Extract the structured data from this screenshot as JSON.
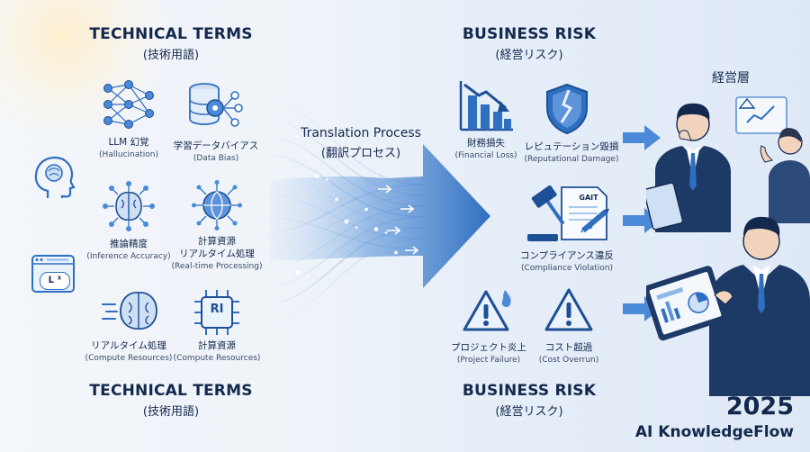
{
  "left": {
    "title": "TECHNICAL TERMS",
    "subtitle": "(技術用語)",
    "bottom_title": "TECHNICAL TERMS",
    "bottom_subtitle": "(技術用語)",
    "items": [
      {
        "label": "LLM 幻覚",
        "sub": "(Hallucination)",
        "icon": "neural-network-icon"
      },
      {
        "label": "学習データバイアス",
        "sub": "(Data Bias)",
        "icon": "database-node-icon"
      },
      {
        "label": "推論精度",
        "sub": "(Inference Accuracy)",
        "icon": "brain-circuit-icon"
      },
      {
        "label": "計算資源",
        "label2": "リアルタイム処理",
        "sub": "(Real-time Processing)",
        "icon": "globe-network-icon"
      },
      {
        "label": "リアルタイム処理",
        "sub": "(Compute Resources)",
        "icon": "brain-speed-icon"
      },
      {
        "label": "計算資源",
        "sub": "(Compute Resources)",
        "icon": "chip-icon",
        "chip_text": "RI"
      }
    ],
    "side_icons": {
      "head": "head-brain-icon",
      "window": "code-window-icon",
      "window_text": "ᒪ ᕽ"
    }
  },
  "center": {
    "title": "Translation Process",
    "subtitle": "(翻訳プロセス)",
    "arrow": "flow-arrow"
  },
  "right": {
    "title": "BUSINESS RISK",
    "subtitle": "(経営リスク)",
    "bottom_title": "BUSINESS RISK",
    "bottom_subtitle": "(経営リスク)",
    "items": [
      {
        "label": "財務損失",
        "sub": "(Financial Loss)",
        "icon": "declining-chart-icon"
      },
      {
        "label": "レピュテーション毀損",
        "sub": "(Reputational Damage)",
        "icon": "broken-shield-icon"
      },
      {
        "label": "コンプライアンス違反",
        "sub": "(Compliance Violation)",
        "icon": "gavel-document-icon",
        "doc_text": "GAIT"
      },
      {
        "label": "プロジェクト炎上",
        "sub": "(Project Failure)",
        "icon": "warning-fire-icon"
      },
      {
        "label": "コスト超過",
        "sub": "(Cost Overrun)",
        "icon": "warning-icon"
      }
    ]
  },
  "executives": {
    "label": "経営層"
  },
  "footer": {
    "year": "2025",
    "brand": "AI KnowledgeFlow"
  },
  "colors": {
    "navy": "#13284d",
    "blue": "#2f6fc1",
    "light_blue": "#8fb8e8",
    "accent": "#4a8ad8"
  }
}
